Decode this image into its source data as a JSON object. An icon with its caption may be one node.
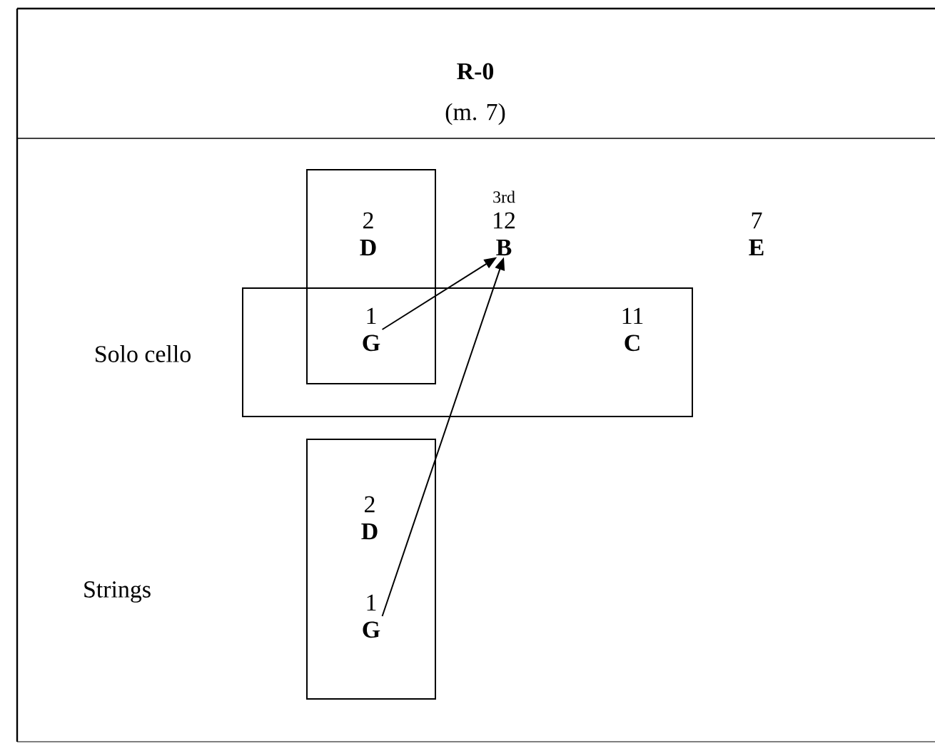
{
  "diagram": {
    "title": "R-0",
    "nodes": [
      {
        "text": [],
        "shape": "box"
      },
      {
        "text": [
          "2",
          "D"
        ],
        "in": 0
      },
      {
        "text": [
          "12",
          "B"
        ],
        "beside": [
          "3rd"
        ]
      },
      {
        "text": [
          "7",
          "E"
        ]
      },
      {
        "text": [],
        "shape": "box"
      },
      {
        "text": [
          "1",
          "G"
        ]
      },
      {
        "text": [
          "11",
          "C"
        ],
        "in": 4
      },
      {
        "text": [],
        "shape": "box"
      },
      {
        "text": [
          "2",
          "D"
        ],
        "in": 7
      },
      {
        "text": [
          "1",
          "G"
        ],
        "in": 7
      }
    ],
    "edges": [
      {
        "from": 5,
        "to": 2,
        "arrow": "to"
      },
      {
        "from": 9,
        "to": 2,
        "arrow": "to"
      }
    ],
    "labels": [
      "(m. 7)",
      "Solo cello",
      "Strings"
    ]
  }
}
